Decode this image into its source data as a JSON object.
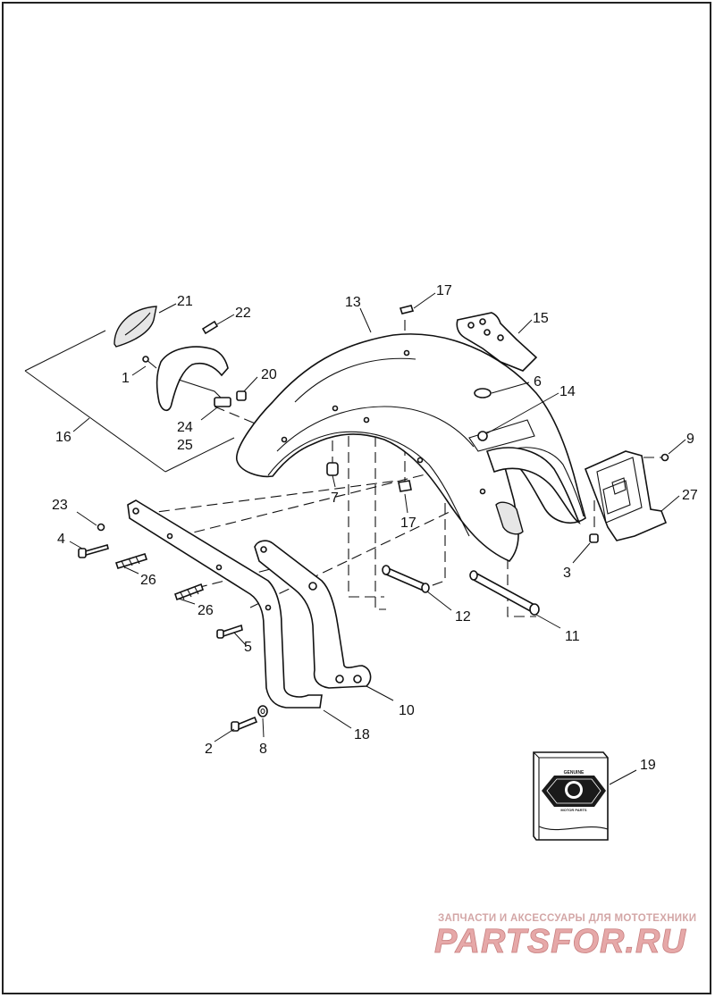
{
  "callouts": {
    "c1": "1",
    "c2": "2",
    "c3": "3",
    "c4": "4",
    "c5": "5",
    "c6": "6",
    "c7": "7",
    "c8": "8",
    "c9": "9",
    "c10": "10",
    "c11": "11",
    "c12": "12",
    "c13": "13",
    "c14": "14",
    "c15": "15",
    "c16": "16",
    "c17a": "17",
    "c17b": "17",
    "c18": "18",
    "c19": "19",
    "c20": "20",
    "c21": "21",
    "c22": "22",
    "c23": "23",
    "c24": "24",
    "c25": "25",
    "c26a": "26",
    "c26b": "26",
    "c27": "27"
  },
  "badge": {
    "top_text": "GENUINE",
    "bottom_text": "MOTOR PARTS"
  },
  "watermark": {
    "tagline": "ЗАПЧАСТИ И АКСЕССУАРЫ ДЛЯ МОТОТЕХНИКИ",
    "logo_text": "PARTSFOR.RU",
    "color": "#e09a9a"
  },
  "colors": {
    "ink": "#111111",
    "watermark": "#e09a9a"
  }
}
